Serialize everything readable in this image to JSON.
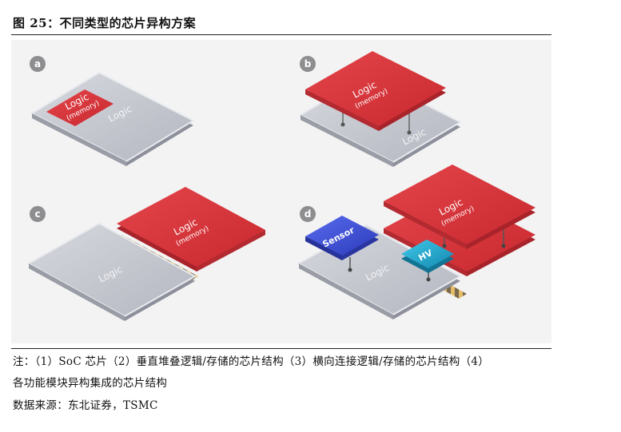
{
  "header": {
    "title": "图 25：不同类型的芯片异构方案"
  },
  "panels": {
    "a": {
      "badge": "a",
      "logic": "Logic",
      "memory": "(memory)",
      "base": "Logic"
    },
    "b": {
      "badge": "b",
      "logic": "Logic",
      "memory": "(memory)",
      "base": "Logic"
    },
    "c": {
      "badge": "c",
      "logic": "Logic",
      "memory": "(memory)",
      "base": "Logic"
    },
    "d": {
      "badge": "d",
      "logic": "Logic",
      "memory": "(memory)",
      "base": "Logic",
      "sensor": "Sensor",
      "hv": "HV"
    }
  },
  "footer": {
    "note_line1": "注：（1）SoC 芯片（2）垂直堆叠逻辑/存储的芯片结构（3）横向连接逻辑/存储的芯片结构（4）",
    "note_line2": "各功能模块异构集成的芯片结构",
    "source": "数据来源：东北证券，TSMC"
  },
  "colors": {
    "logic_red": "#d8343b",
    "base_gray": "#b9bcc4",
    "badge_gray": "#8e8e90",
    "sensor_blue": "#3a4fd6",
    "hv_cyan": "#1aa3c9"
  }
}
